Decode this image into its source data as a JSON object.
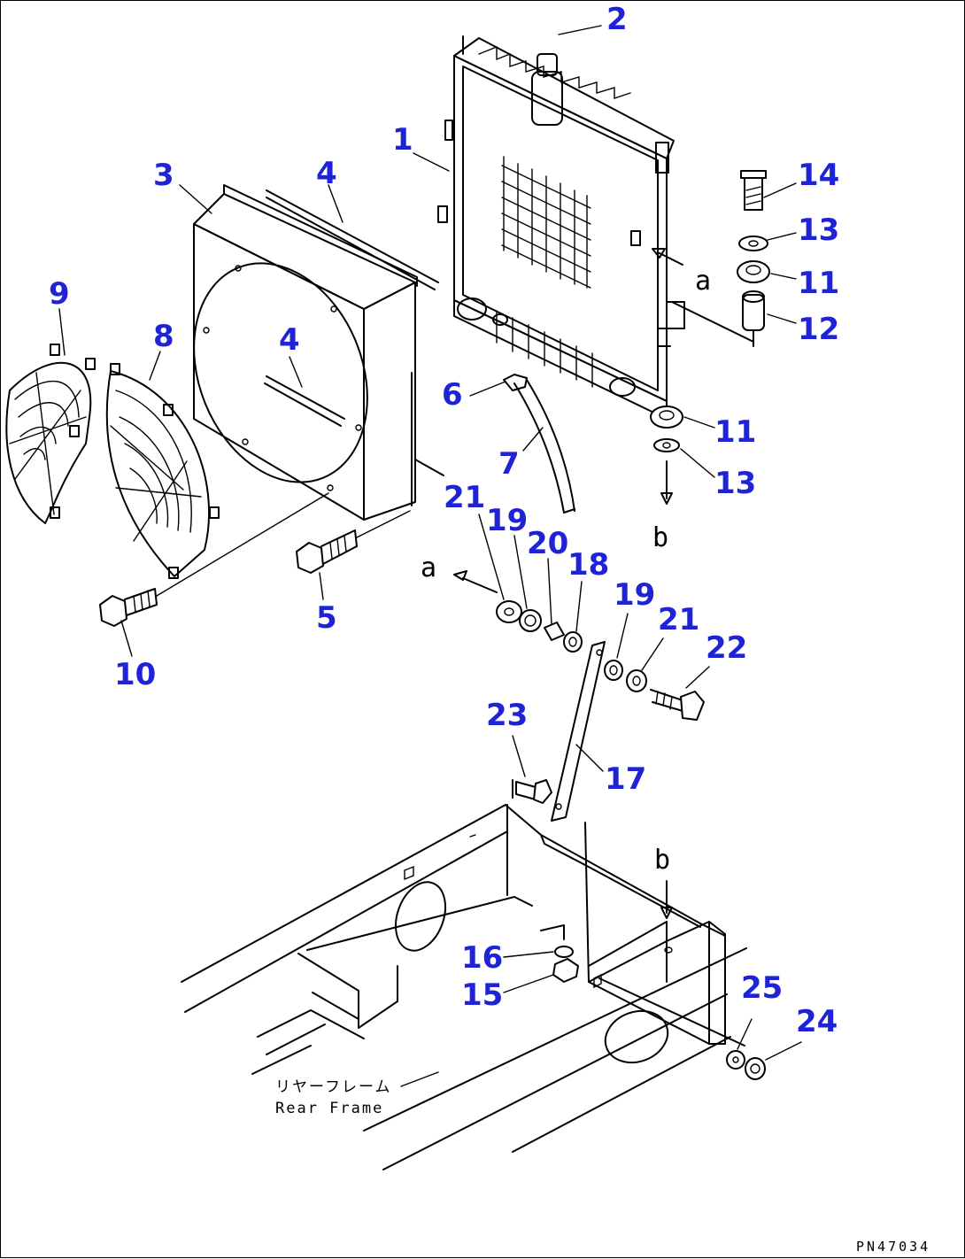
{
  "callouts": {
    "n1": "1",
    "n2": "2",
    "n3": "3",
    "n4a": "4",
    "n4b": "4",
    "n5": "5",
    "n6": "6",
    "n7": "7",
    "n8": "8",
    "n9": "9",
    "n10": "10",
    "n11a": "11",
    "n11b": "11",
    "n12": "12",
    "n13a": "13",
    "n13b": "13",
    "n14": "14",
    "n15": "15",
    "n16": "16",
    "n17": "17",
    "n18": "18",
    "n19a": "19",
    "n19b": "19",
    "n20": "20",
    "n21a": "21",
    "n21b": "21",
    "n22": "22",
    "n23": "23",
    "n24": "24",
    "n25": "25"
  },
  "letters": {
    "a1": "a",
    "a2": "a",
    "b1": "b",
    "b2": "b"
  },
  "caption": {
    "jp": "リヤーフレーム",
    "en": "Rear Frame"
  },
  "drawing_code": "PN47034",
  "colors": {
    "callout": "#1f23d6",
    "line": "#000000"
  }
}
